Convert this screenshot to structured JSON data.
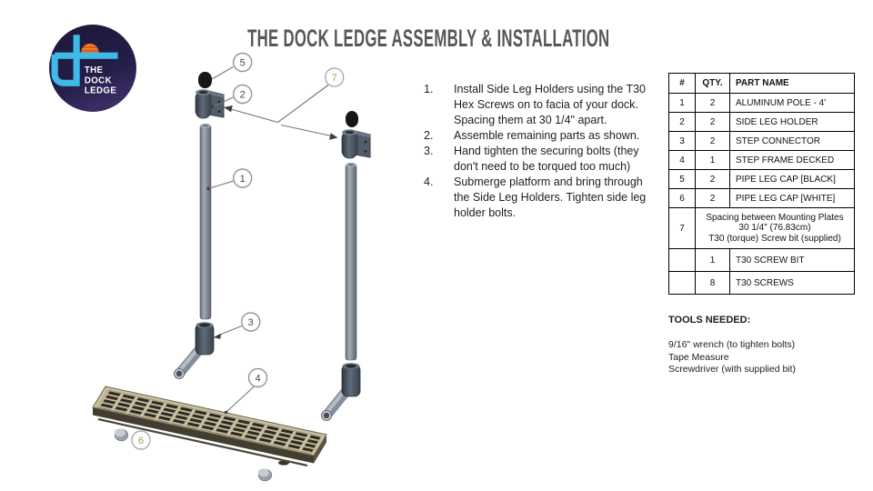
{
  "title": "THE DOCK LEDGE ASSEMBLY & INSTALLATION",
  "logo": {
    "line1": "THE",
    "line2": "DOCK",
    "line3": "LEDGE"
  },
  "instructions": [
    {
      "num": "1.",
      "text": "Install Side Leg Holders using the T30 Hex Screws on to facia of your dock. Spacing them at 30 1/4\" apart."
    },
    {
      "num": "2.",
      "text": "Assemble remaining parts as shown."
    },
    {
      "num": "3.",
      "text": "Hand tighten the securing bolts (they don't need to be torqued too much)"
    },
    {
      "num": "4.",
      "text": "Submerge platform and bring through the Side Leg Holders. Tighten side leg holder bolts."
    }
  ],
  "parts_table": {
    "headers": [
      "#",
      "QTY.",
      "PART NAME"
    ],
    "rows": [
      [
        "1",
        "2",
        "ALUMINUM POLE - 4'"
      ],
      [
        "2",
        "2",
        "SIDE LEG HOLDER"
      ],
      [
        "3",
        "2",
        "STEP CONNECTOR"
      ],
      [
        "4",
        "1",
        "STEP FRAME DECKED"
      ],
      [
        "5",
        "2",
        "PIPE LEG CAP [BLACK]"
      ],
      [
        "6",
        "2",
        "PIPE LEG CAP [WHITE]"
      ]
    ],
    "row7": {
      "num": "7",
      "lines": [
        "Spacing between Mounting Plates",
        "30 1/4\" (76.83cm)",
        "T30 (torque) Screw bit (supplied)"
      ]
    },
    "extra_rows": [
      [
        "",
        "1",
        "T30 SCREW BIT"
      ],
      [
        "",
        "8",
        "T30 SCREWS"
      ]
    ]
  },
  "tools": {
    "heading": "TOOLS NEEDED:",
    "items": [
      "9/16\" wrench (to tighten bolts)",
      "Tape Measure",
      "Screwdriver (with supplied bit)"
    ]
  },
  "diagram": {
    "callouts": [
      "1",
      "2",
      "3",
      "4",
      "5",
      "6",
      "7"
    ]
  },
  "colors": {
    "title_gray": "#56575a",
    "callout_accent_tan": "#a79b56",
    "logo_navy": "#211c42",
    "logo_cyan": "#3fb9e7",
    "logo_orange": "#f58220",
    "deck_tan": "#c9bfa0",
    "metal_gray": "#8a93a0",
    "table_border": "#000000"
  }
}
